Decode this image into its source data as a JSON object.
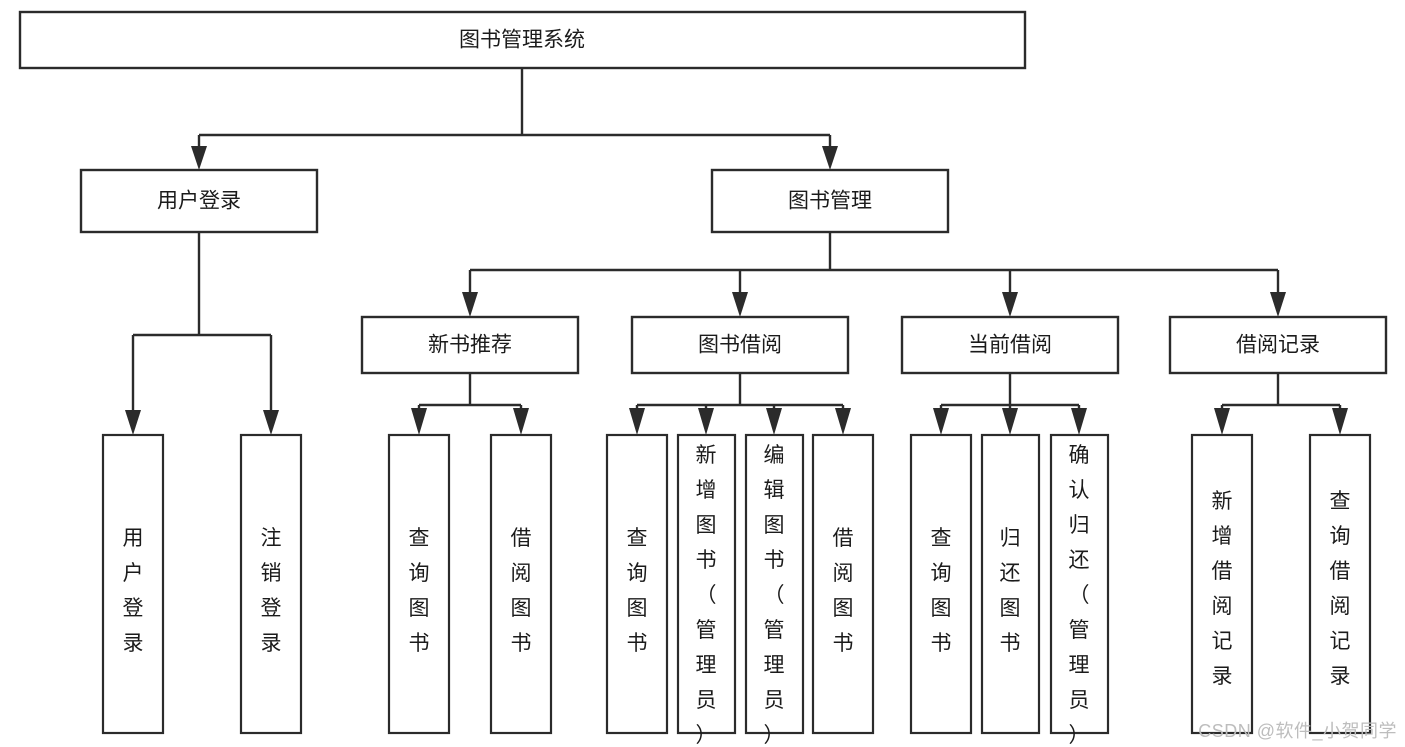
{
  "diagram": {
    "type": "tree",
    "title": "图书管理系统",
    "watermark": "CSDN @软件_小贺同学",
    "colors": {
      "background": "#ffffff",
      "stroke": "#2b2b2b",
      "fill": "#ffffff",
      "text": "#1b1b1b",
      "watermark": "#bdbdbd"
    },
    "nodes": {
      "root": {
        "label": "图书管理系统",
        "orientation": "horizontal"
      },
      "level2": [
        {
          "id": "user-login",
          "label": "用户登录",
          "orientation": "horizontal"
        },
        {
          "id": "book-manage",
          "label": "图书管理",
          "orientation": "horizontal"
        }
      ],
      "level3": [
        {
          "id": "new-book-recommend",
          "label": "新书推荐",
          "orientation": "horizontal"
        },
        {
          "id": "book-borrow",
          "label": "图书借阅",
          "orientation": "horizontal"
        },
        {
          "id": "current-borrow",
          "label": "当前借阅",
          "orientation": "horizontal"
        },
        {
          "id": "borrow-record",
          "label": "借阅记录",
          "orientation": "horizontal"
        }
      ],
      "leaves": {
        "user-login": [
          {
            "id": "leaf-user-login",
            "label": "用户登录",
            "orientation": "vertical"
          },
          {
            "id": "leaf-user-logout",
            "label": "注销登录",
            "orientation": "vertical"
          }
        ],
        "new-book-recommend": [
          {
            "id": "leaf-query-book-1",
            "label": "查询图书",
            "orientation": "vertical"
          },
          {
            "id": "leaf-borrow-book-1",
            "label": "借阅图书",
            "orientation": "vertical"
          }
        ],
        "book-borrow": [
          {
            "id": "leaf-query-book-2",
            "label": "查询图书",
            "orientation": "vertical"
          },
          {
            "id": "leaf-add-book",
            "label": "新增图书（管理员）",
            "orientation": "vertical"
          },
          {
            "id": "leaf-edit-book",
            "label": "编辑图书（管理员）",
            "orientation": "vertical"
          },
          {
            "id": "leaf-borrow-book-2",
            "label": "借阅图书",
            "orientation": "vertical"
          }
        ],
        "current-borrow": [
          {
            "id": "leaf-query-book-3",
            "label": "查询图书",
            "orientation": "vertical"
          },
          {
            "id": "leaf-return-book",
            "label": "归还图书",
            "orientation": "vertical"
          },
          {
            "id": "leaf-confirm-return",
            "label": "确认归还（管理员）",
            "orientation": "vertical"
          }
        ],
        "borrow-record": [
          {
            "id": "leaf-add-record",
            "label": "新增借阅记录",
            "orientation": "vertical"
          },
          {
            "id": "leaf-query-record",
            "label": "查询借阅记录",
            "orientation": "vertical"
          }
        ]
      }
    }
  }
}
